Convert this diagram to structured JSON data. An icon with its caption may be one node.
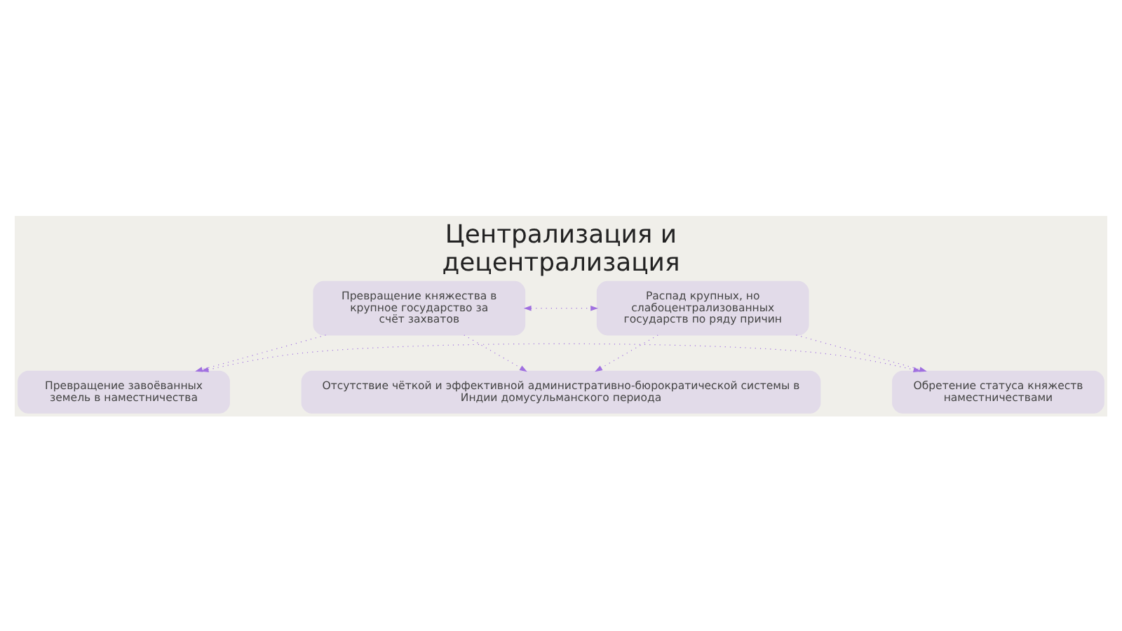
{
  "diagram": {
    "title": "Централизация и децентрализация",
    "nodes": [
      {
        "text": [
          "Превращение княжества в крупное государство за счёт захватов"
        ]
      },
      {
        "text": [
          "Распад крупных, но слабоцентрализованных государств по ряду причин"
        ]
      },
      {
        "text": [
          "Превращение завоёванных земель в наместничества"
        ]
      },
      {
        "text": [
          "Обретение статуса княжеств наместничествами"
        ]
      },
      {
        "text": [
          "Отсутствие чёткой и эффективной административно-бюрократической системы в Индии домусульманского периода"
        ]
      }
    ],
    "edges": [
      {
        "from": 0,
        "to": 1,
        "arrow": "both"
      },
      {
        "from": 2,
        "to": 3,
        "arrow": "both"
      },
      {
        "from": 0,
        "to": 2,
        "arrow": "to"
      },
      {
        "from": 0,
        "to": 4,
        "arrow": "to"
      },
      {
        "from": 1,
        "to": 3,
        "arrow": "to"
      },
      {
        "from": 1,
        "to": 4,
        "arrow": "to"
      }
    ]
  }
}
